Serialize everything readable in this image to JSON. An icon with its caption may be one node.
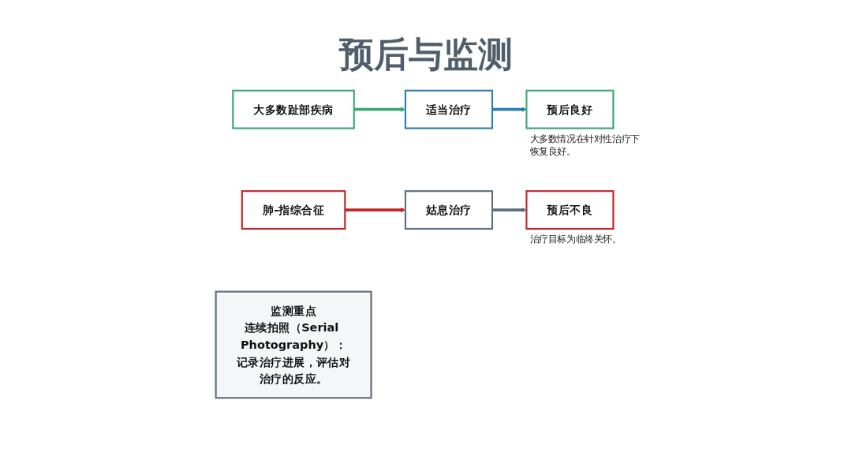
{
  "diagram": {
    "title": "预后与监测",
    "nodes": [
      {
        "text": [
          "大多数趾部疾病"
        ]
      },
      {
        "text": [
          "适当治疗"
        ]
      },
      {
        "text": [
          "预后良好"
        ],
        "beside": [
          "大多数情况在针对性治疗下恢复良好。"
        ]
      },
      {
        "text": [
          "肺-指综合征"
        ]
      },
      {
        "text": [
          "姑息治疗"
        ]
      },
      {
        "text": [
          "预后不良"
        ],
        "beside": [
          "治疗目标为临终关怀。"
        ]
      },
      {
        "text": [
          "监测重点",
          "连续拍照（Serial Photography）：",
          "记录治疗进展，评估对治疗的反应。"
        ]
      }
    ],
    "edges": [
      {
        "from": 0,
        "to": 1,
        "arrow": "to",
        "color": "#3fa874"
      },
      {
        "from": 1,
        "to": 2,
        "arrow": "to",
        "color": "#2f7fb0"
      },
      {
        "from": 3,
        "to": 4,
        "arrow": "to",
        "color": "#c0282d"
      },
      {
        "from": 4,
        "to": 5,
        "arrow": "to",
        "color": "#5f707e"
      }
    ]
  }
}
